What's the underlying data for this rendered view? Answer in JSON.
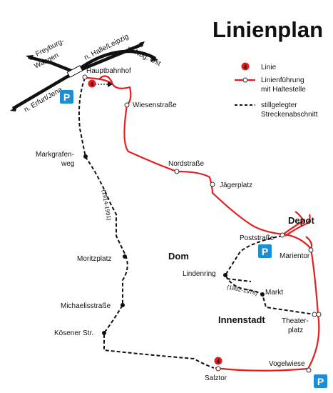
{
  "title": "Linienplan",
  "legend": {
    "line_badge": "4",
    "line_label": "Linie",
    "route_label_1": "Linienführung",
    "route_label_2": "mit Haltestelle",
    "closed_label_1": "stillgelegter",
    "closed_label_2": "Streckenabschnitt"
  },
  "railway": {
    "freyburg_1": "n. Freyburg-",
    "freyburg_2": "Wangen",
    "halle": "n. Halle/Leipzig",
    "naumburg_ost": "n. Nbg. Ost",
    "erfurt": "n. Erfurt/Jena"
  },
  "stops": {
    "hauptbahnhof": "Hauptbahnhof",
    "wiesenstrasse": "Wiesenstraße",
    "nordstrasse": "Nordstraße",
    "jaegerplatz": "Jägerplatz",
    "poststrasse": "Poststraße",
    "marientor": "Marientor",
    "theaterplatz_1": "Theater-",
    "theaterplatz_2": "platz",
    "vogelwiese": "Vogelwiese",
    "salztor": "Salztor",
    "markgrafenweg_1": "Markgrafen-",
    "markgrafenweg_2": "weg",
    "moritzplatz": "Moritzplatz",
    "michaelisstrasse": "Michaelisstraße",
    "koesener_str": "Kösener Str.",
    "lindenring": "Lindenring",
    "markt": "Markt"
  },
  "areas": {
    "depot": "Depot",
    "dom": "Dom",
    "innenstadt": "Innenstadt"
  },
  "annotations": {
    "years_west": "(1914-1991)",
    "years_center": "(1892-1976)"
  },
  "badges": {
    "line_at_hauptbahnhof": "4",
    "line_at_salztor": "4",
    "parking": "P"
  },
  "colors": {
    "route": "#e41e1e",
    "closed": "#111111",
    "parking": "#1a8fd6",
    "badge": "#e41e1e"
  }
}
